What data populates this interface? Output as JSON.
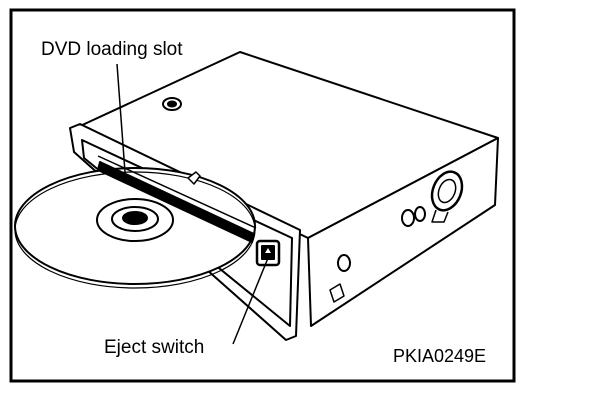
{
  "labels": {
    "slot": "DVD loading slot",
    "eject": "Eject switch",
    "figure_code": "PKIA0249E"
  },
  "icons": [
    "dvd-player-unit-drawing",
    "dvd-disc-drawing",
    "leader-line"
  ],
  "colors": {
    "ink": "#000000",
    "paper": "#ffffff"
  }
}
